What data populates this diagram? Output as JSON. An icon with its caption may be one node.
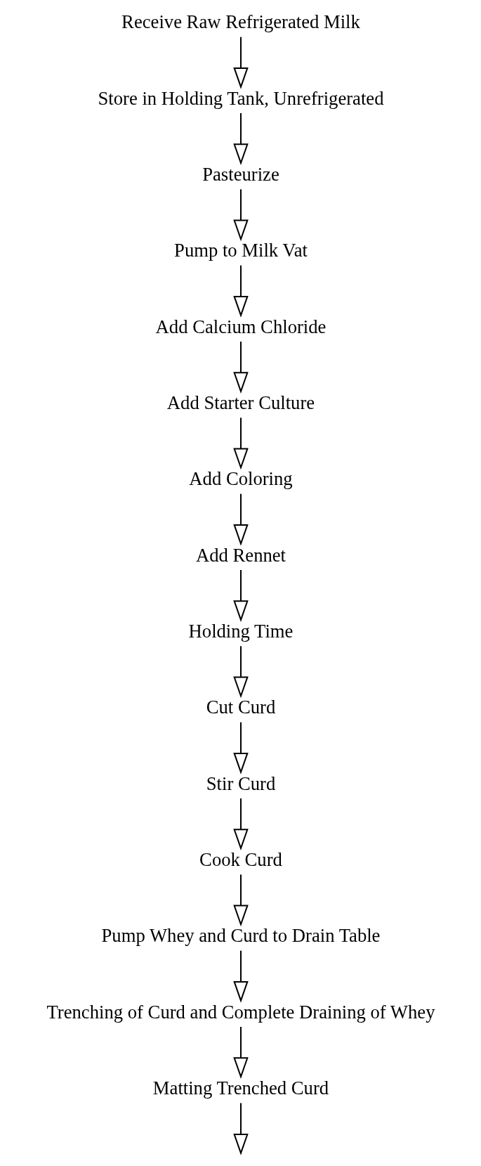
{
  "diagram": {
    "nodes": [
      {
        "text": [
          "Receive Raw Refrigerated Milk"
        ]
      },
      {
        "text": [
          "Store in Holding Tank, Unrefrigerated"
        ]
      },
      {
        "text": [
          "Pasteurize"
        ]
      },
      {
        "text": [
          "Pump to Milk Vat"
        ]
      },
      {
        "text": [
          "Add Calcium Chloride"
        ]
      },
      {
        "text": [
          "Add Starter Culture"
        ]
      },
      {
        "text": [
          "Add Coloring"
        ]
      },
      {
        "text": [
          "Add Rennet"
        ]
      },
      {
        "text": [
          "Holding Time"
        ]
      },
      {
        "text": [
          "Cut Curd"
        ]
      },
      {
        "text": [
          "Stir Curd"
        ]
      },
      {
        "text": [
          "Cook Curd"
        ]
      },
      {
        "text": [
          "Pump Whey and Curd to Drain Table"
        ]
      },
      {
        "text": [
          "Trenching of Curd and Complete Draining of Whey"
        ]
      },
      {
        "text": [
          "Matting Trenched Curd"
        ]
      }
    ],
    "edges": [
      {
        "from": 0,
        "to": 1,
        "arrow": "to"
      },
      {
        "from": 1,
        "to": 2,
        "arrow": "to"
      },
      {
        "from": 2,
        "to": 3,
        "arrow": "to"
      },
      {
        "from": 3,
        "to": 4,
        "arrow": "to"
      },
      {
        "from": 4,
        "to": 5,
        "arrow": "to"
      },
      {
        "from": 5,
        "to": 6,
        "arrow": "to"
      },
      {
        "from": 6,
        "to": 7,
        "arrow": "to"
      },
      {
        "from": 7,
        "to": 8,
        "arrow": "to"
      },
      {
        "from": 8,
        "to": 9,
        "arrow": "to"
      },
      {
        "from": 9,
        "to": 10,
        "arrow": "to"
      },
      {
        "from": 10,
        "to": 11,
        "arrow": "to"
      },
      {
        "from": 11,
        "to": 12,
        "arrow": "to"
      },
      {
        "from": 12,
        "to": 13,
        "arrow": "to"
      },
      {
        "from": 13,
        "to": 14,
        "arrow": "to"
      },
      {
        "from": 14,
        "to": null,
        "arrow": "to"
      }
    ]
  }
}
